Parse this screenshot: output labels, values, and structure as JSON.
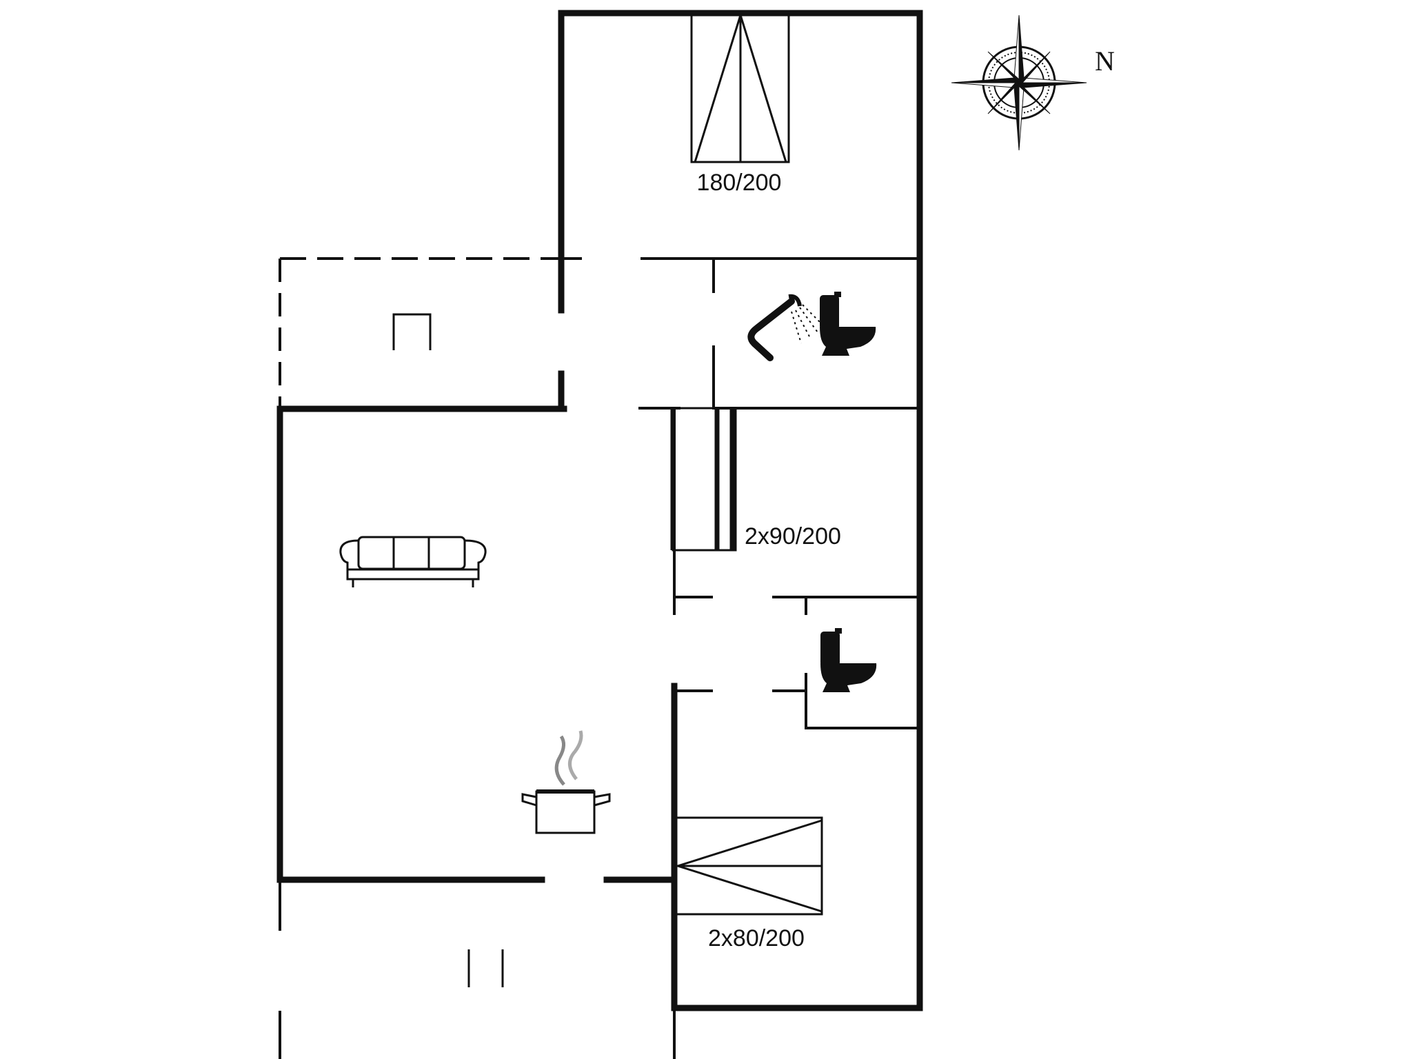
{
  "floorplan": {
    "compass": {
      "north_label": "N"
    },
    "beds": {
      "master": "180/200",
      "twin_upper": "2x90/200",
      "twin_lower": "2x80/200"
    },
    "icons": [
      "compass-rose-icon",
      "double-bed-icon",
      "shower-icon",
      "toilet-icon",
      "sofa-icon",
      "cooking-pot-icon",
      "bunk-bed-icon",
      "single-bed-icon"
    ],
    "colors": {
      "wall": "#111111",
      "background": "#ffffff"
    }
  }
}
